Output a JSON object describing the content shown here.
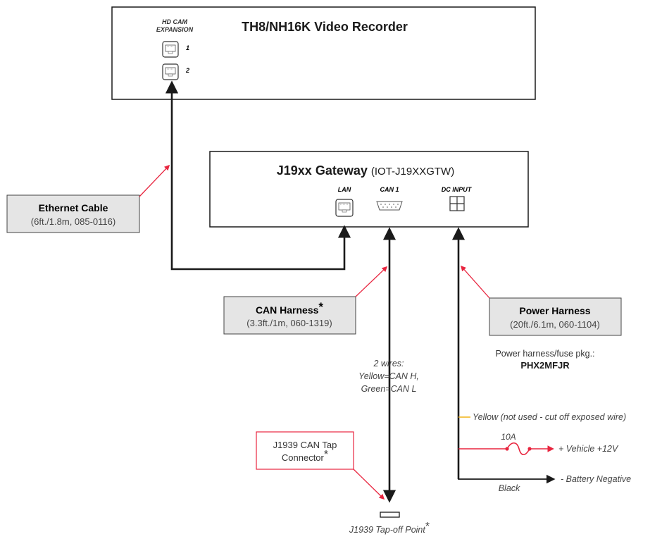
{
  "recorder": {
    "title": "TH8/NH16K Video Recorder",
    "expansion_label_line1": "HD CAM",
    "expansion_label_line2": "EXPANSION",
    "port1": "1",
    "port2": "2"
  },
  "gateway": {
    "title": "J19xx Gateway",
    "model": "(IOT-J19XXGTW)",
    "lan": "LAN",
    "can1": "CAN 1",
    "dc_input": "DC INPUT"
  },
  "ethernet_cable": {
    "title": "Ethernet Cable",
    "spec": "(6ft./1.8m, 085-0116)"
  },
  "can_harness": {
    "title": "CAN Harness",
    "asterisk": "*",
    "spec": "(3.3ft./1m, 060-1319)"
  },
  "power_harness": {
    "title": "Power Harness",
    "spec": "(20ft./6.1m, 060-1104)"
  },
  "fuse_pkg": {
    "line1": "Power harness/fuse pkg.:",
    "line2": "PHX2MFJR"
  },
  "can_wires": {
    "line1": "2 wires:",
    "line2": "Yellow=CAN H,",
    "line3": "Green=CAN L"
  },
  "tap_connector": {
    "line1": "J1939 CAN Tap",
    "line2": "Connector",
    "asterisk": "*"
  },
  "tap_point": {
    "label": "J1939 Tap-off Point",
    "asterisk": "*"
  },
  "power_wires": {
    "yellow": "Yellow (not used - cut off exposed wire)",
    "fuse": "10A",
    "vehicle": "+  Vehicle +12V",
    "black": "Black",
    "battery": "-   Battery Negative"
  },
  "colors": {
    "callout_red": "#e8253f",
    "yellow": "#f2b316",
    "box_fill": "#e5e5e5",
    "line": "#1a1a1a"
  }
}
